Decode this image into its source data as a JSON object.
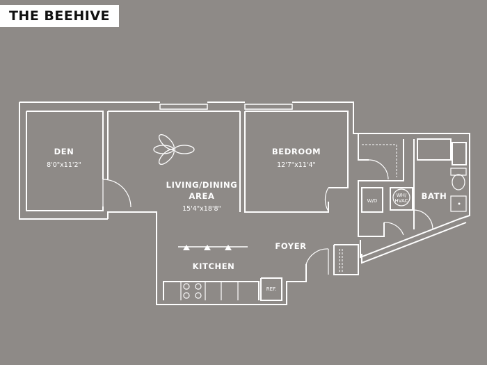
{
  "title": "THE BEEHIVE",
  "colors": {
    "background": "#8e8a87",
    "walls": "#ffffff",
    "badge": "#ffffff",
    "badge_text": "#111111"
  },
  "rooms": {
    "den": {
      "name": "DEN",
      "dims": "8'0\"x11'2\""
    },
    "living": {
      "name_line1": "LIVING/DINING",
      "name_line2": "AREA",
      "dims": "15'4\"x18'8\""
    },
    "bedroom": {
      "name": "BEDROOM",
      "dims": "12'7\"x11'4\""
    },
    "bath": {
      "name": "BATH"
    },
    "foyer": {
      "name": "FOYER"
    },
    "kitchen": {
      "name": "KITCHEN"
    }
  },
  "fixtures": {
    "washer_dryer": "W/D",
    "wh_hvac_line1": "WH/",
    "wh_hvac_line2": "HVAC",
    "refrigerator": "REF."
  },
  "icons": [
    "ceiling-fan-icon",
    "toilet-icon",
    "sink-icon",
    "stove-icon",
    "door-swing-icon"
  ]
}
